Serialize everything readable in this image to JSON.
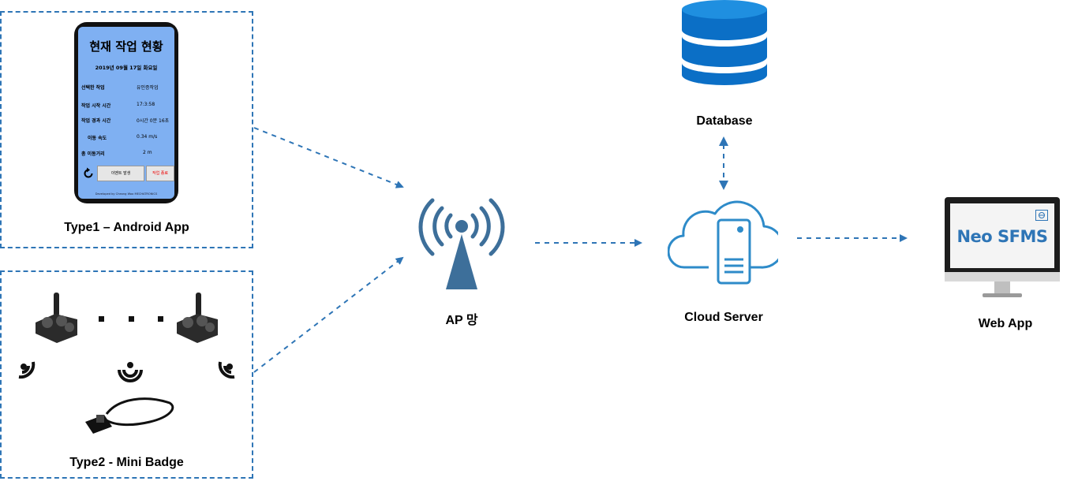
{
  "phone_screen": {
    "title": "현재 작업 현황",
    "date": "2019년 09월 17일 화요일",
    "rows": [
      {
        "label": "선택한 작업",
        "value": "유인증작업"
      },
      {
        "label": "작업 시작 시간",
        "value": "17:3:58"
      },
      {
        "label": "작업 경과 시간",
        "value": "0시간 0분 16초"
      },
      {
        "label": "이동 속도",
        "value": "0.34 m/s"
      },
      {
        "label": "총 이동거리",
        "value": "2 m"
      }
    ],
    "button_event": "이벤트 발생",
    "button_end": "작업 종료",
    "footer": "Developed by Cheong Woo MECHATRONICS"
  },
  "labels": {
    "type1": "Type1 – Android App",
    "type2": "Type2 - Mini Badge",
    "ap": "AP 망",
    "database": "Database",
    "cloud_server": "Cloud Server",
    "web_app": "Web App"
  },
  "monitor": {
    "screen_text": "Neo SFMS"
  },
  "colors": {
    "accent": "#2e75b6",
    "db_blue": "#0b6fc6",
    "server_blue": "#2e8bc9",
    "wifi_blue": "#3d6f9a",
    "phone_screen": "#7fb0f2"
  }
}
